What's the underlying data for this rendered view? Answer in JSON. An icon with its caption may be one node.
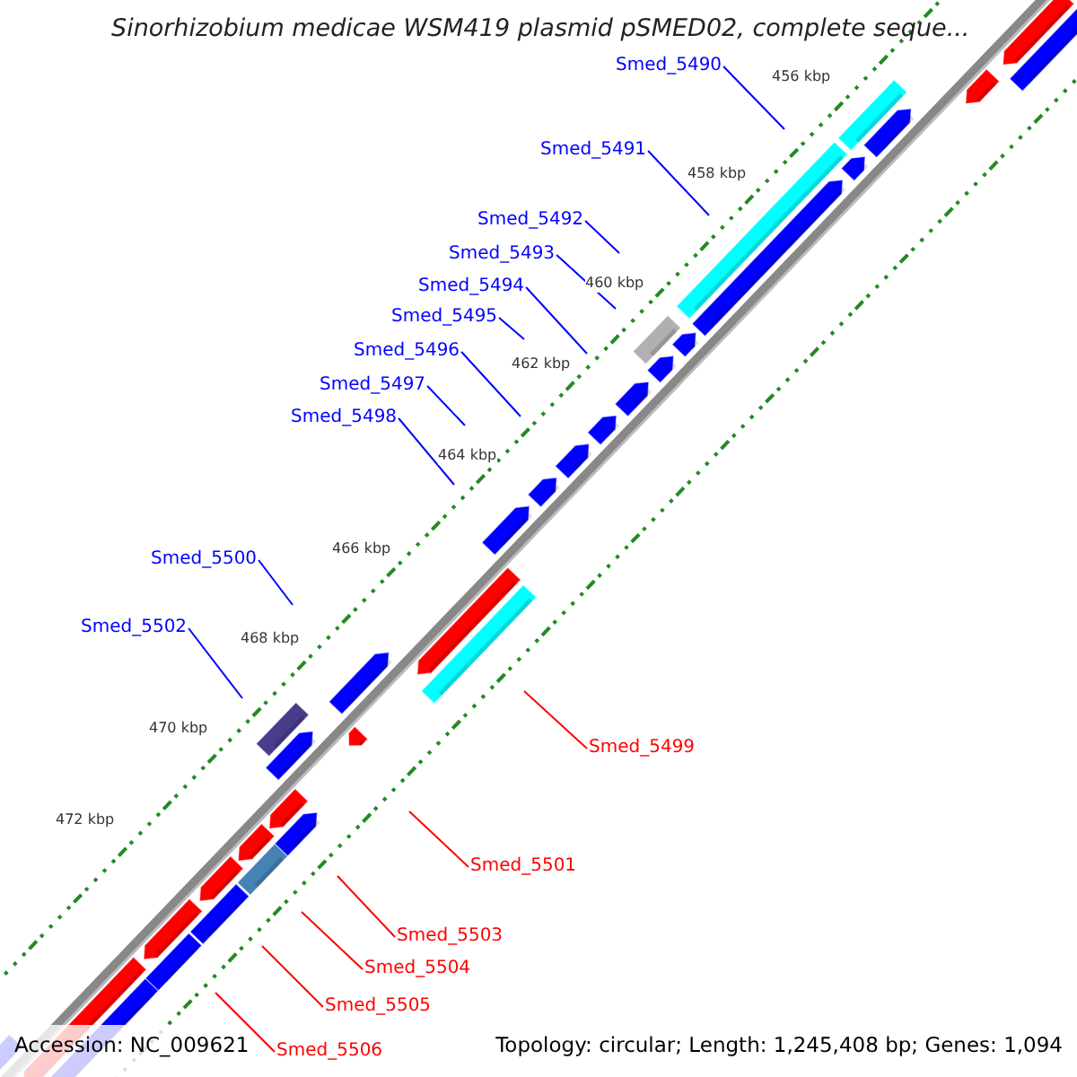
{
  "diagram": {
    "title": "Sinorhizobium medicae WSM419 plasmid pSMED02, complete seque...",
    "nodes": [
      {
        "text": [
          "Smed_5490"
        ]
      },
      {
        "text": [
          "Smed_5491"
        ]
      },
      {
        "text": [
          "Smed_5492"
        ]
      },
      {
        "text": [
          "Smed_5493"
        ]
      },
      {
        "text": [
          "Smed_5494"
        ]
      },
      {
        "text": [
          "Smed_5495"
        ]
      },
      {
        "text": [
          "Smed_5496"
        ]
      },
      {
        "text": [
          "Smed_5497"
        ]
      },
      {
        "text": [
          "Smed_5498"
        ]
      },
      {
        "text": [
          "Smed_5500"
        ]
      },
      {
        "text": [
          "Smed_5502"
        ]
      },
      {
        "text": [
          "Smed_5499"
        ]
      },
      {
        "text": [
          "Smed_5501"
        ]
      },
      {
        "text": [
          "Smed_5503"
        ]
      },
      {
        "text": [
          "Smed_5504"
        ]
      },
      {
        "text": [
          "Smed_5505"
        ]
      },
      {
        "text": [
          "Smed_5506"
        ]
      }
    ],
    "edges": [
      {
        "from": 0,
        "to": null,
        "arrow": "none"
      },
      {
        "from": 1,
        "to": null,
        "arrow": "none"
      },
      {
        "from": 2,
        "to": null,
        "arrow": "none"
      },
      {
        "from": 3,
        "to": null,
        "arrow": "none"
      },
      {
        "from": 4,
        "to": null,
        "arrow": "none"
      },
      {
        "from": 5,
        "to": null,
        "arrow": "none"
      },
      {
        "from": 6,
        "to": null,
        "arrow": "none"
      },
      {
        "from": 7,
        "to": null,
        "arrow": "none"
      },
      {
        "from": 8,
        "to": null,
        "arrow": "none"
      },
      {
        "from": 9,
        "to": null,
        "arrow": "none"
      },
      {
        "from": 10,
        "to": null,
        "arrow": "none"
      },
      {
        "from": 11,
        "to": null,
        "arrow": "none",
        "color": "#ff0000"
      },
      {
        "from": 12,
        "to": null,
        "arrow": "none",
        "color": "#ff0000"
      },
      {
        "from": 13,
        "to": null,
        "arrow": "none",
        "color": "#ff0000"
      },
      {
        "from": 14,
        "to": null,
        "arrow": "none",
        "color": "#ff0000"
      },
      {
        "from": 15,
        "to": null,
        "arrow": "none",
        "color": "#ff0000"
      },
      {
        "from": 16,
        "to": null,
        "arrow": "none",
        "color": "#ff0000"
      }
    ],
    "labels": [
      "456 kbp",
      "458 kbp",
      "460 kbp",
      "462 kbp",
      "464 kbp",
      "466 kbp",
      "468 kbp",
      "470 kbp",
      "472 kbp",
      "Accession: NC_009621",
      "Topology: circular; Length: 1,245,408 bp; Genes: 1,094"
    ]
  }
}
